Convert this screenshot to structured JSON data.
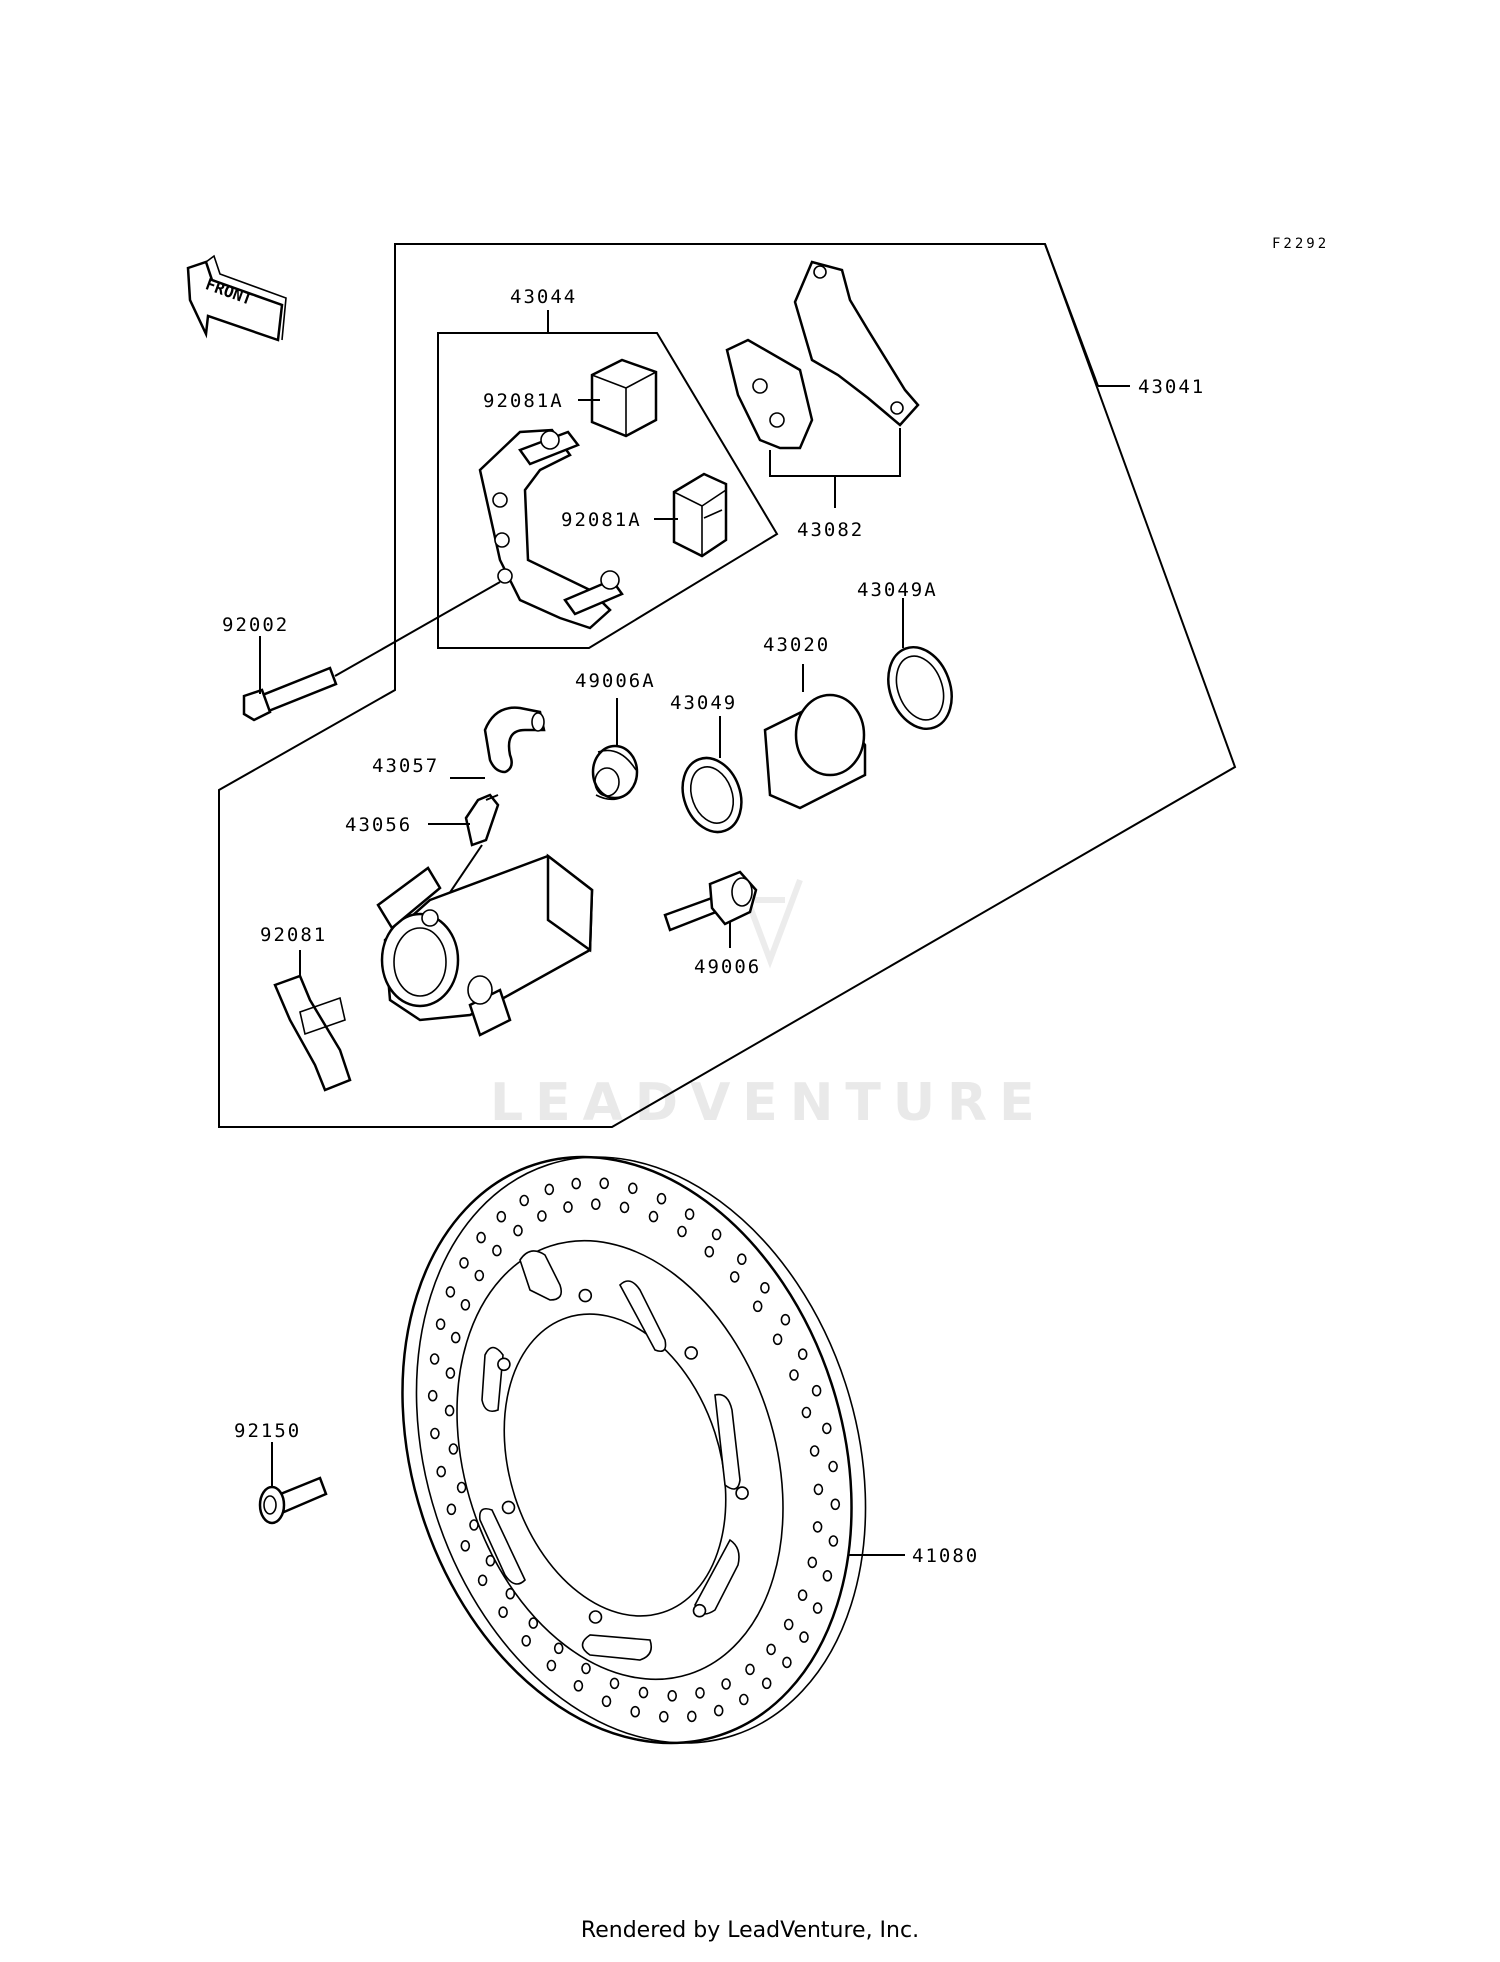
{
  "figure_code": "F2292",
  "front_label": "FRONT",
  "watermark": "LEADVENTURE",
  "footer": "Rendered by LeadVenture, Inc.",
  "parts": {
    "p43044": "43044",
    "p43041": "43041",
    "p92081A_1": "92081A",
    "p92081A_2": "92081A",
    "p43082": "43082",
    "p43049A": "43049A",
    "p43020": "43020",
    "p49006A": "49006A",
    "p43049": "43049",
    "p92002": "92002",
    "p43057": "43057",
    "p43056": "43056",
    "p49006": "49006",
    "p92081": "92081",
    "p92150": "92150",
    "p41080": "41080"
  }
}
